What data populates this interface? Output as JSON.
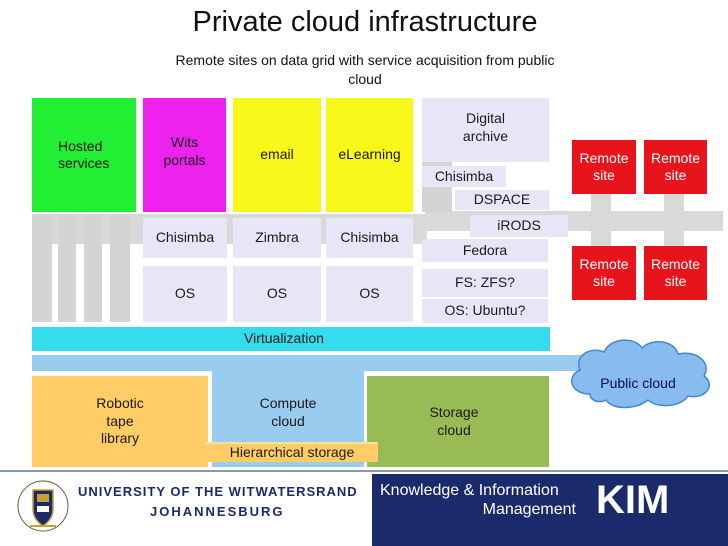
{
  "title": "Private cloud infrastructure",
  "subtitle": "Remote sites on data grid with service acquisition from public cloud",
  "services": {
    "hosted": "Hosted services",
    "wits": "Wits portals",
    "email": "email",
    "elearning": "eLearning",
    "digital_archive": "Digital archive"
  },
  "middleware": {
    "chisimba_1": "Chisimba",
    "zimbra": "Zimbra",
    "chisimba_2": "Chisimba",
    "chisimba_archive": "Chisimba",
    "dspace": "DSPACE",
    "irods": "iRODS",
    "fedora": "Fedora"
  },
  "os": {
    "os_1": "OS",
    "os_2": "OS",
    "os_3": "OS",
    "fs": "FS: ZFS?",
    "ubuntu": "OS: Ubuntu?"
  },
  "virtualization": "Virtualization",
  "remote_sites": [
    "Remote site",
    "Remote site",
    "Remote site",
    "Remote site"
  ],
  "public_cloud": "Public cloud",
  "infrastructure": {
    "robotic": "Robotic tape library",
    "compute": "Compute cloud",
    "storage": "Storage cloud",
    "hierarchical": "Hierarchical storage"
  },
  "footer": {
    "university": "UNIVERSITY OF THE WITWATERSRAND",
    "city": "JOHANNESBURG",
    "kim_line1": "Knowledge & Information",
    "kim_line2": "Management",
    "kim": "KIM"
  },
  "colors": {
    "green": "#22ee33",
    "magenta": "#ee22ee",
    "yellow": "#f7f71a",
    "cyan": "#33ddee",
    "light_blue": "#99ccee",
    "orange_yellow": "#ffcc66",
    "olive_green": "#99bb55",
    "red": "#e8141c",
    "navy": "#1a2a6a"
  }
}
